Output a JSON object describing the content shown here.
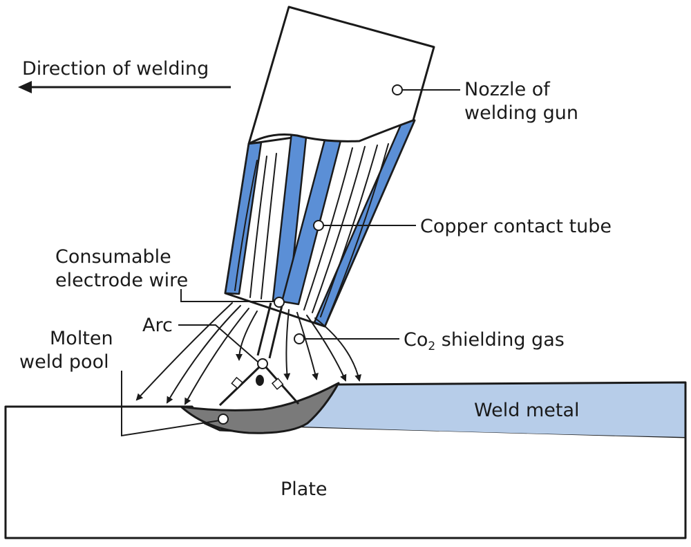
{
  "labels": {
    "direction": "Direction of welding",
    "nozzle_line1": "Nozzle of",
    "nozzle_line2": "welding gun",
    "copper_tube": "Copper contact tube",
    "electrode_line1": "Consumable",
    "electrode_line2": "electrode wire",
    "arc": "Arc",
    "molten_line1": "Molten",
    "molten_line2": "weld pool",
    "gas_prefix": "Co",
    "gas_subscript": "2",
    "gas_suffix": " shielding gas",
    "weld_metal": "Weld metal",
    "plate": "Plate"
  },
  "colors": {
    "tube_blue": "#5b8fd6",
    "weld_metal": "#b7cde9",
    "molten_pool": "#7a7a7a",
    "outline": "#1a1a1a"
  },
  "icons": {
    "direction_arrow": "arrow-left-icon"
  }
}
